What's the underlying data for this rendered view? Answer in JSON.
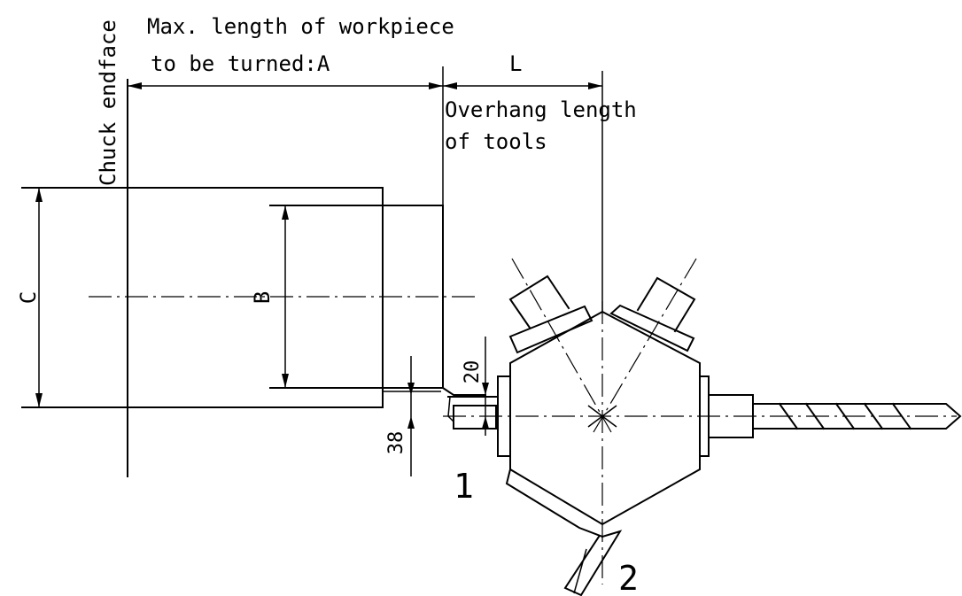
{
  "labels": {
    "chuck_endface": "Chuck endface",
    "max_length_line1": "Max. length of workpiece",
    "max_length_line2": "to be turned:A",
    "overhang_dim": "L",
    "overhang_line1": "Overhang length",
    "overhang_line2": "of tools",
    "dim_c": "C",
    "dim_b": "B",
    "dim_20": "20",
    "dim_38": "38",
    "tool_1": "1",
    "tool_2": "2"
  },
  "colors": {
    "line": "#000000",
    "background": "#ffffff"
  }
}
